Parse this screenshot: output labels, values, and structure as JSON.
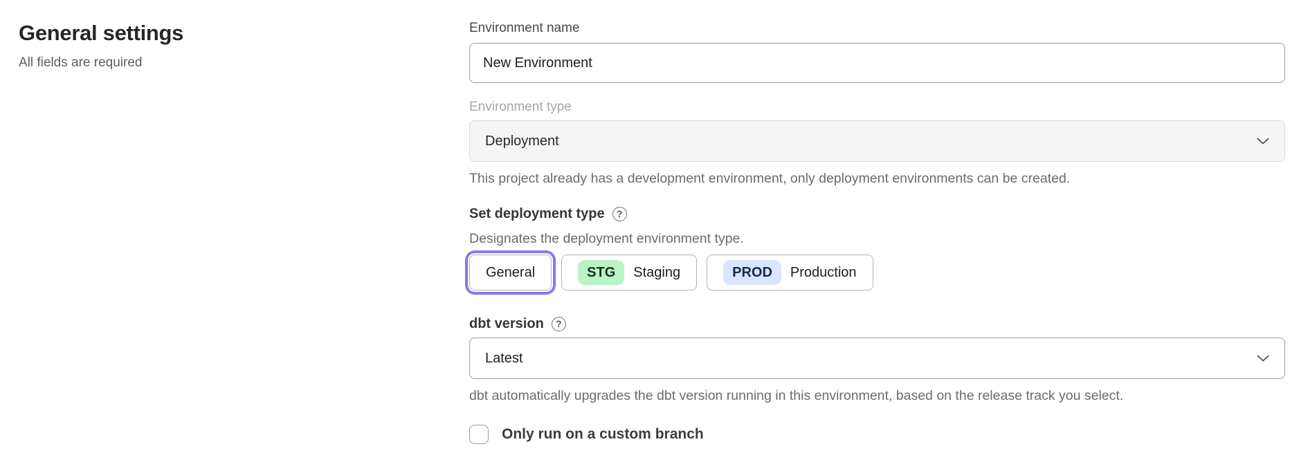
{
  "page": {
    "title": "General settings",
    "subtitle": "All fields are required"
  },
  "icons": {
    "help": "?"
  },
  "colors": {
    "accent_ring": "#8a78ea",
    "staging_badge_bg": "#b9f3c6",
    "production_badge_bg": "#d8e6fd",
    "disabled_field_bg": "#f5f5f5"
  },
  "form": {
    "environment_name": {
      "label": "Environment name",
      "value": "New Environment"
    },
    "environment_type": {
      "label": "Environment type",
      "value": "Deployment",
      "hint": "This project already has a development environment, only deployment environments can be created."
    },
    "deployment_type": {
      "label": "Set deployment type",
      "description": "Designates the deployment environment type.",
      "selected": "General",
      "options": [
        {
          "label": "General",
          "badge": "",
          "selected": true
        },
        {
          "label": "Staging",
          "badge": "STG",
          "selected": false
        },
        {
          "label": "Production",
          "badge": "PROD",
          "selected": false
        }
      ]
    },
    "dbt_version": {
      "label": "dbt version",
      "value": "Latest",
      "hint": "dbt automatically upgrades the dbt version running in this environment, based on the release track you select."
    },
    "custom_branch": {
      "label": "Only run on a custom branch",
      "checked": false
    }
  }
}
